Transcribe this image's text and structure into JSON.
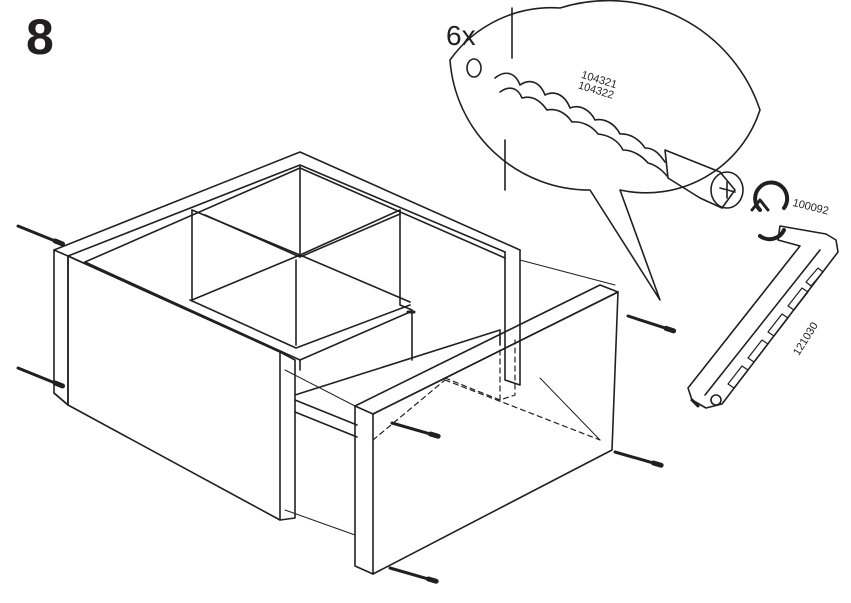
{
  "step": {
    "number": "8"
  },
  "callout": {
    "quantity": "6x",
    "part_numbers": [
      "104321",
      "104322"
    ]
  },
  "tool": {
    "bit_part_number": "100092",
    "wrench_part_number": "121030"
  },
  "icons": [
    "screw-icon",
    "rotate-arrows-icon",
    "hex-key-tool-icon",
    "magnifier-callout-icon"
  ]
}
